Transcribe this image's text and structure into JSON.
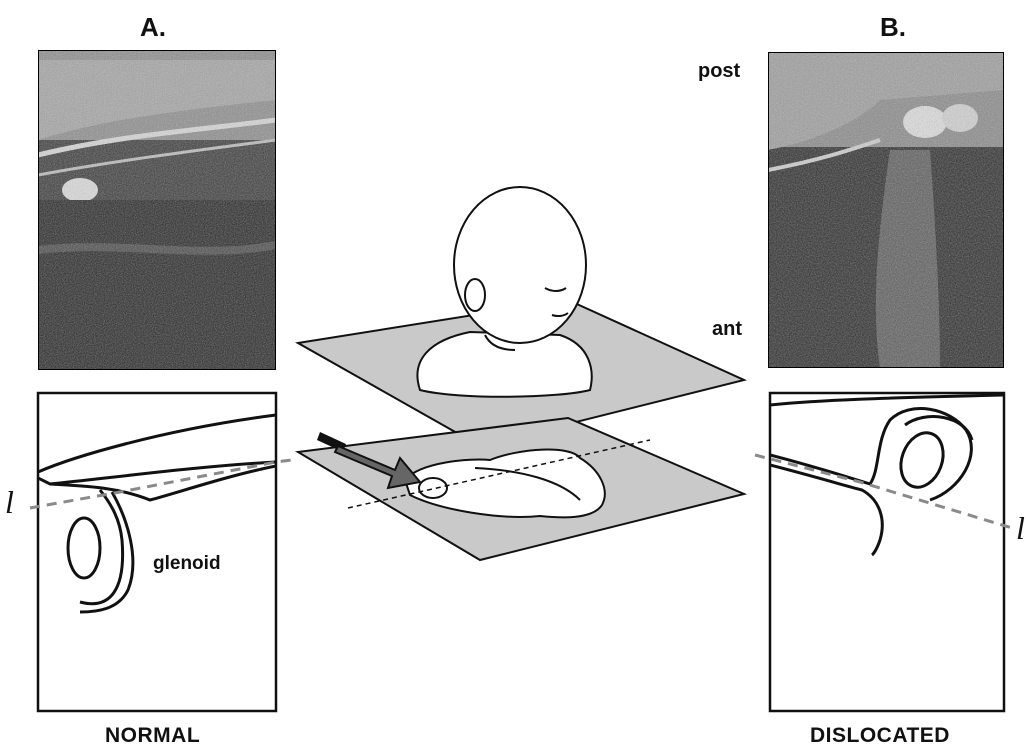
{
  "panels": {
    "a": {
      "letter": "A.",
      "caption": "NORMAL"
    },
    "b": {
      "letter": "B.",
      "caption": "DISLOCATED"
    }
  },
  "labels": {
    "post": "post",
    "ant": "ant",
    "glenoid": "glenoid",
    "line_symbol_left": "l",
    "line_symbol_right": "l"
  },
  "colors": {
    "plane": "#c9c9c9",
    "dashed_line": "#8a8a8a",
    "outline": "#111111"
  }
}
